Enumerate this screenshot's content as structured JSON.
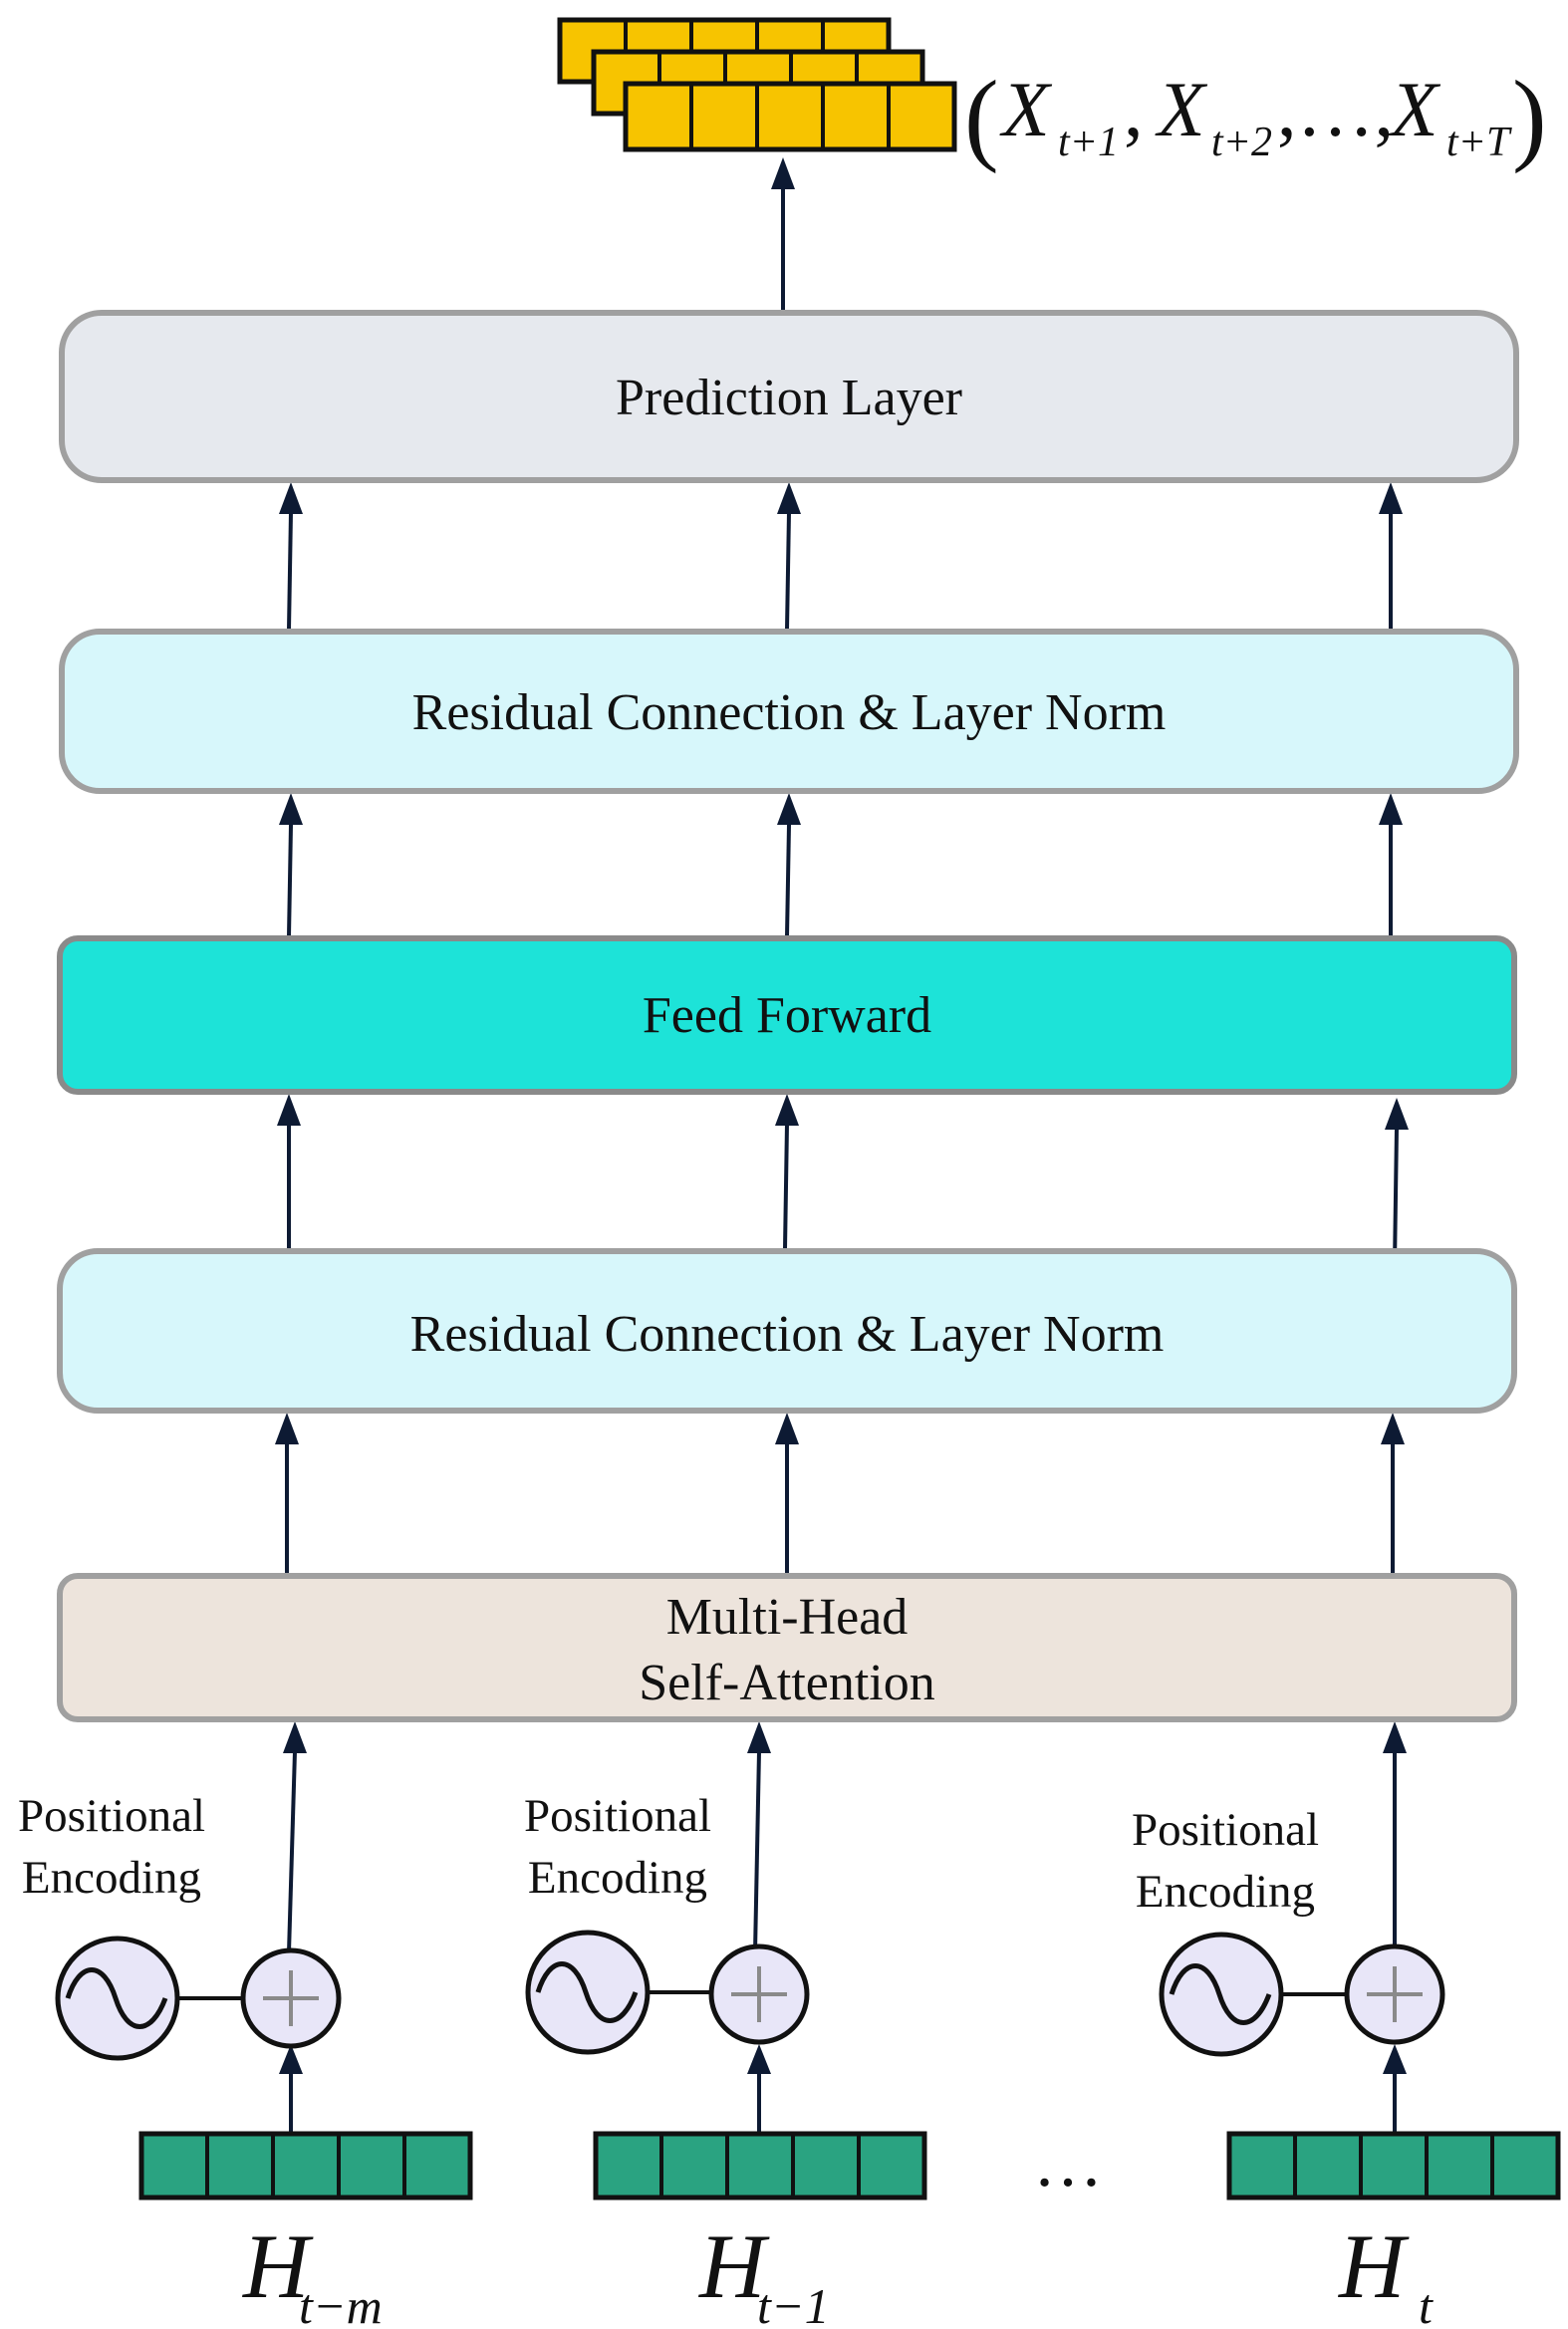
{
  "blocks": {
    "prediction": "Prediction Layer",
    "residual_top": "Residual Connection & Layer Norm",
    "feed_forward": "Feed Forward",
    "residual_bottom": "Residual Connection & Layer Norm",
    "attention_line1": "Multi-Head",
    "attention_line2": "Self-Attention"
  },
  "positional_encoding": {
    "line1": "Positional",
    "line2": "Encoding"
  },
  "inputs": [
    {
      "symbol": "H",
      "subscript": "t−m"
    },
    {
      "symbol": "H",
      "subscript": "t−1"
    },
    {
      "symbol": "H",
      "subscript": "t"
    }
  ],
  "ellipsis": "…",
  "output": {
    "open": "(",
    "x1": "X",
    "s1": "t+1",
    "comma1": ",",
    "x2": "X",
    "s2": "t+2",
    "mid": ",…,",
    "x3": "X",
    "s3": "t+T",
    "close": ")"
  },
  "colors": {
    "prediction_fill": "#e6e9ee",
    "residual_fill": "#d7f7fb",
    "feed_forward_fill": "#1de3d8",
    "attention_fill": "#ede4dc",
    "block_border": "#a0a0a0",
    "input_cell": "#2aa381",
    "output_cell": "#f7c400",
    "pe_circle": "#e8e6f8",
    "arrow": "#0d1a33"
  }
}
